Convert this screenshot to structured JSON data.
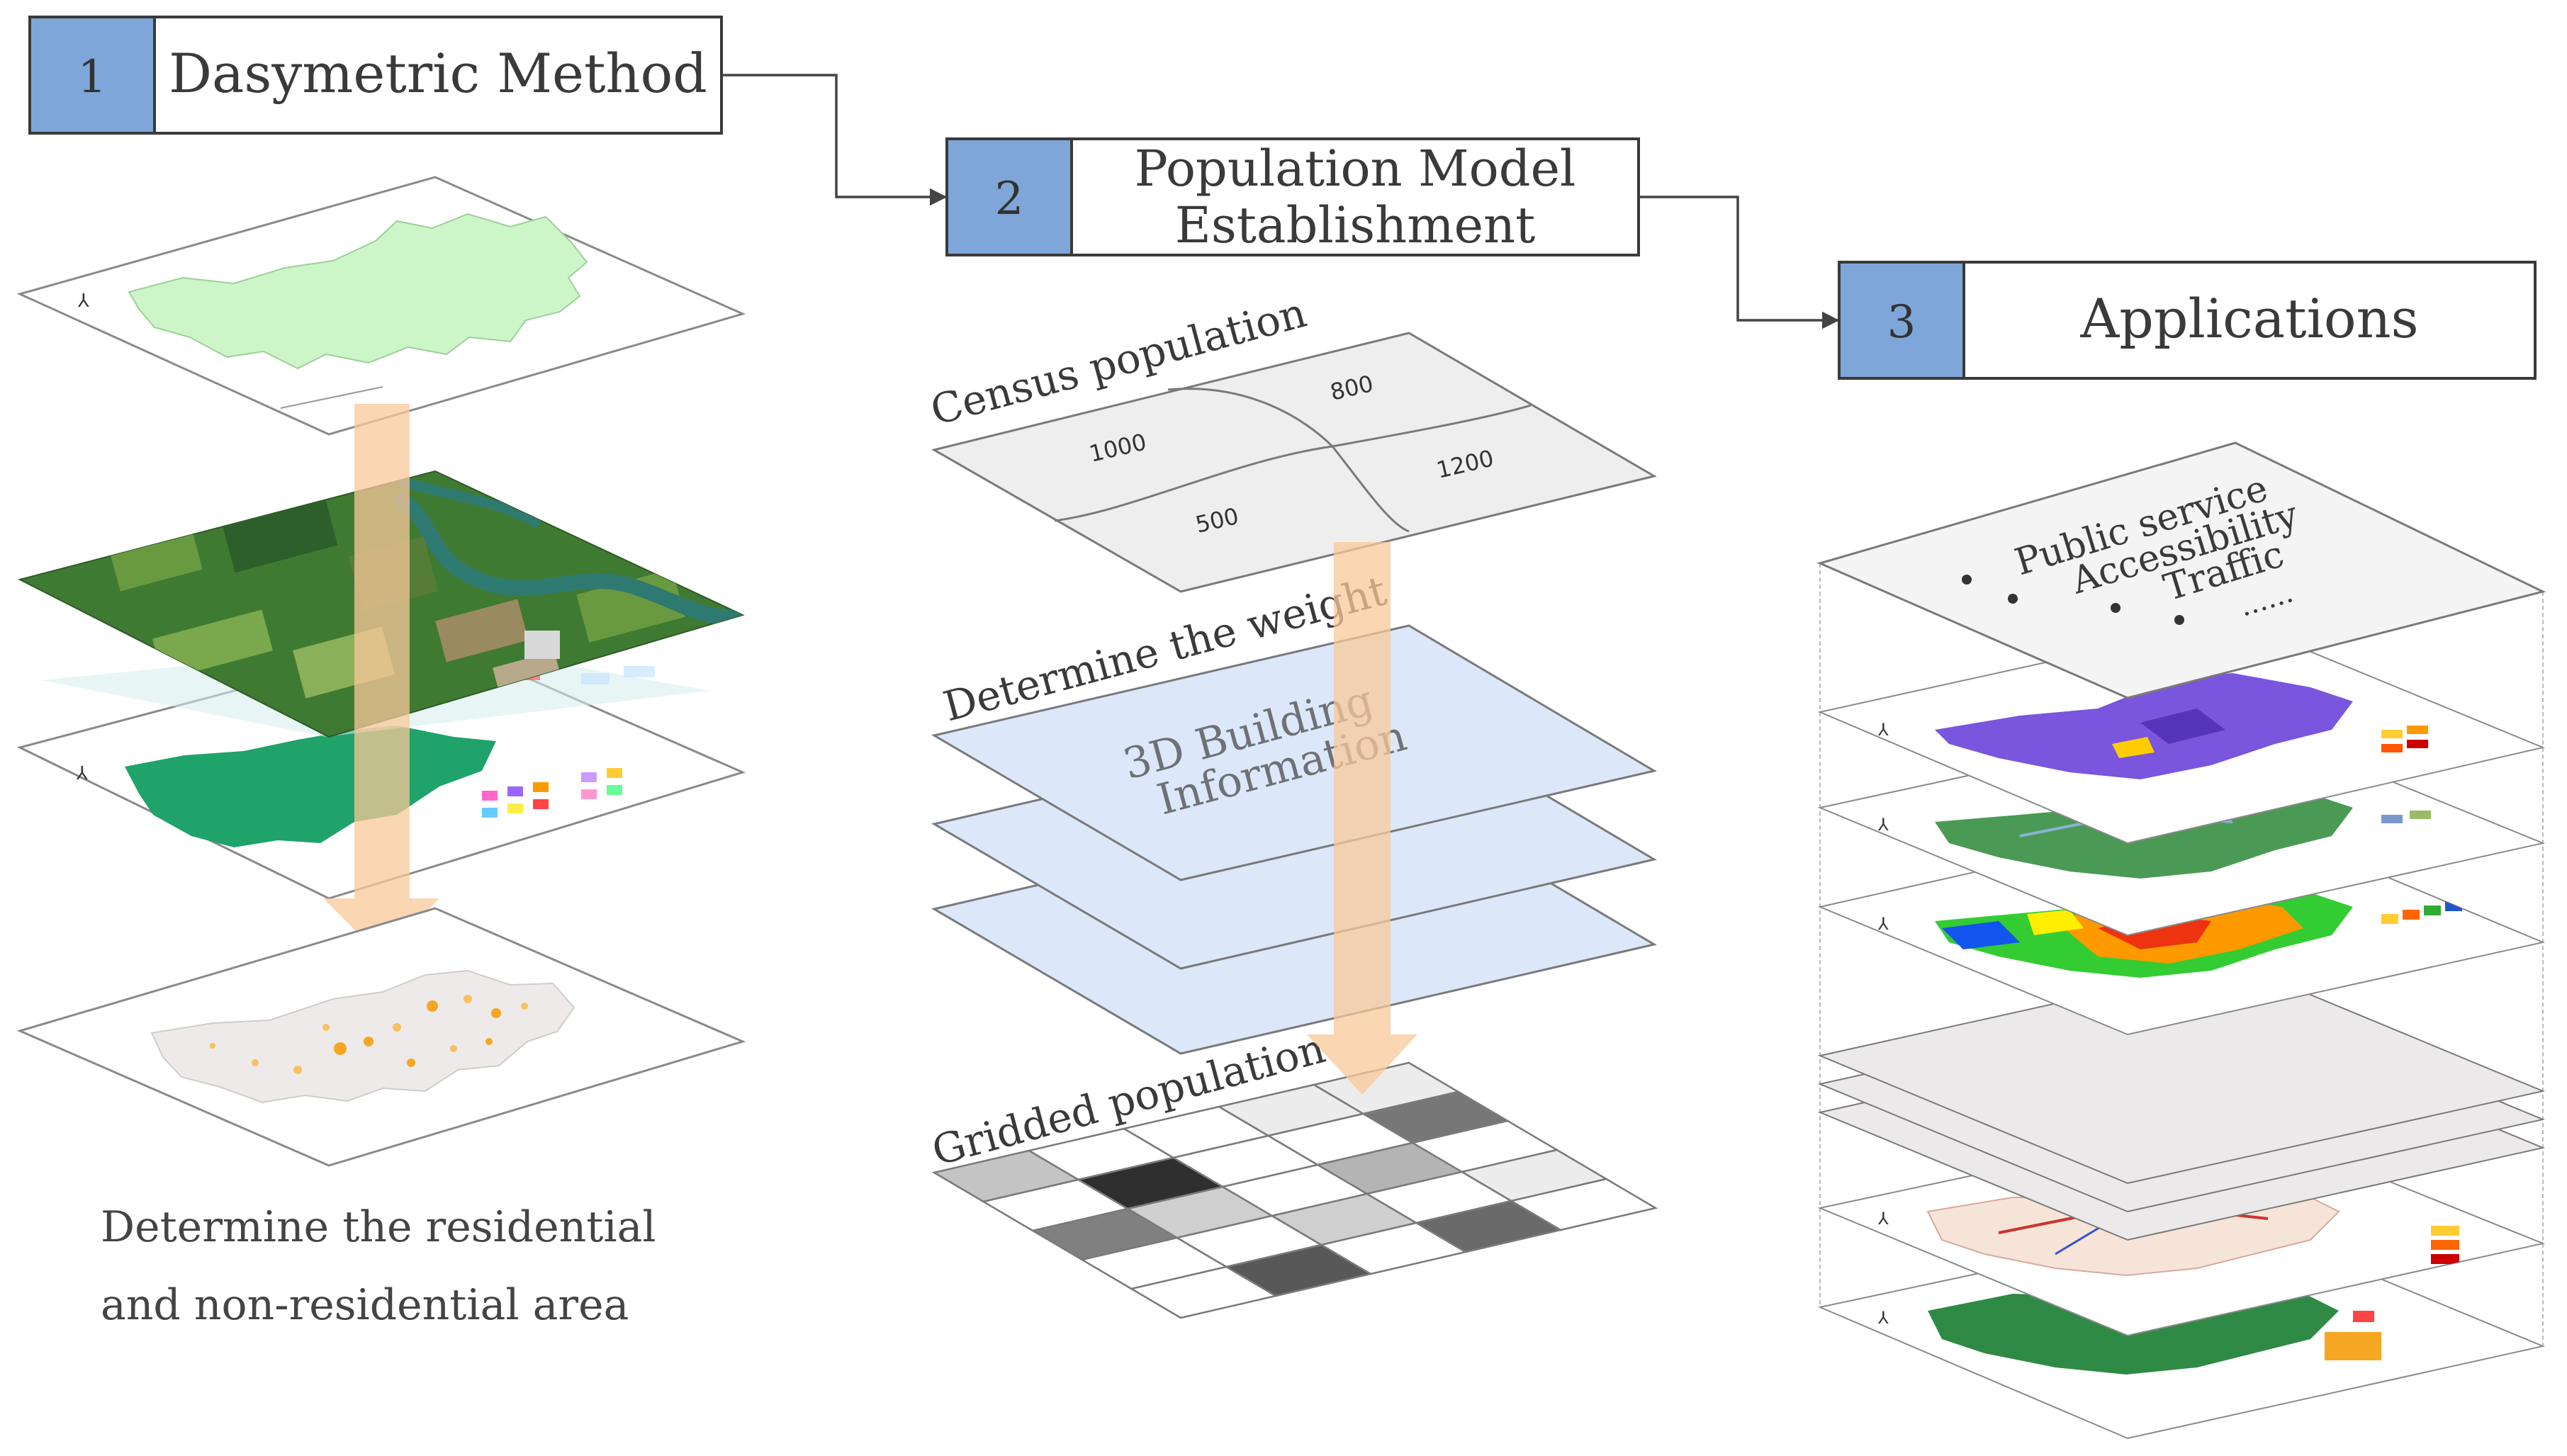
{
  "steps": [
    {
      "number": "1",
      "title_lines": [
        "Dasymetric Method"
      ]
    },
    {
      "number": "2",
      "title_lines": [
        "Population Model",
        "Establishment"
      ]
    },
    {
      "number": "3",
      "title_lines": [
        "Applications"
      ]
    }
  ],
  "method": {
    "caption_line1": "Determine the residential",
    "caption_line2": "and non-residential area"
  },
  "model": {
    "census_label": "Census population",
    "census_values": [
      "1000",
      "800",
      "500",
      "1200"
    ],
    "weight_label": "Determine the weight",
    "building_line1": "3D Building",
    "building_line2": "Information",
    "gridded_label": "Gridded population"
  },
  "applications": {
    "items": [
      "Public service",
      "Accessibility",
      "Traffic"
    ],
    "more": "......"
  },
  "colors": {
    "step_number_fill": "#7ea6d8",
    "step_border": "#3a3a3a",
    "connector": "#444444",
    "flow_arrow": "#f9c89a",
    "weight_plane": "#dce8fa",
    "census_plane": "#efeeee",
    "grey_plane": "#ebe9ea",
    "boundary_green": "#ccf5c8",
    "landuse_green": "#1fa36a",
    "satellite_green": "#3f7a32",
    "river": "#2f7a70"
  },
  "grid_shades": [
    [
      "#c4c4c4",
      "#ffffff",
      "#ffffff",
      "#ececec",
      "#ececec"
    ],
    [
      "#ffffff",
      "#2f2f2f",
      "#ffffff",
      "#ffffff",
      "#777777"
    ],
    [
      "#808080",
      "#cfcfcf",
      "#ffffff",
      "#b4b4b4",
      "#ffffff"
    ],
    [
      "#ffffff",
      "#ffffff",
      "#cfcfcf",
      "#ffffff",
      "#ececec"
    ],
    [
      "#ffffff",
      "#585858",
      "#ffffff",
      "#6a6a6a",
      "#ffffff"
    ]
  ]
}
